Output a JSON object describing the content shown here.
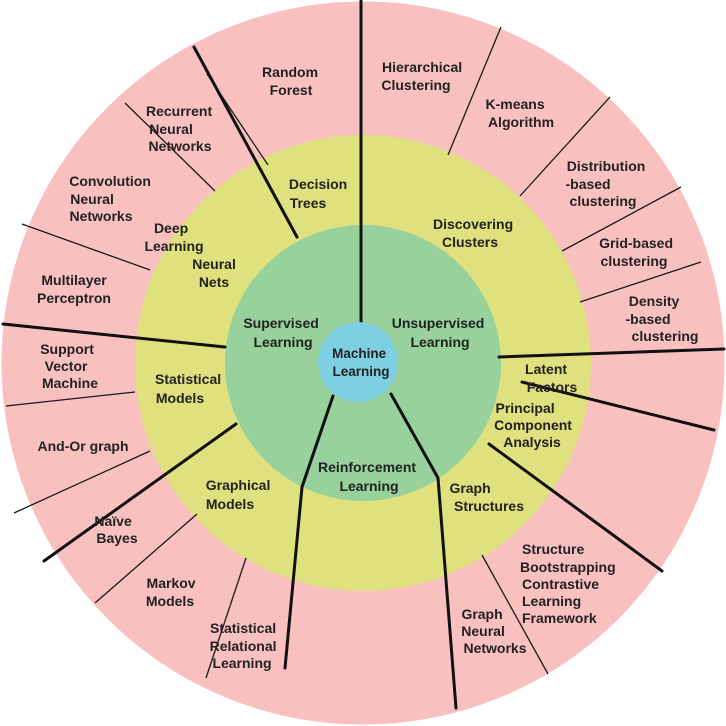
{
  "colors": {
    "outer_ring": "#f9c0c0",
    "middle_ring": "#dfe07e",
    "inner_ring": "#98d19c",
    "center": "#7fcfe3",
    "lines": "#1a1a1a"
  },
  "center": {
    "lines": [
      "Machine",
      "Learning"
    ]
  },
  "inner_ring": {
    "supervised": [
      "Supervised",
      "Learning"
    ],
    "unsupervised": [
      "Unsupervised",
      "Learning"
    ],
    "reinforcement": [
      "Reinforcement",
      "Learning"
    ]
  },
  "middle_ring": {
    "decision_trees": [
      "Decision",
      "Trees"
    ],
    "deep_learning": [
      "Deep",
      "Learning"
    ],
    "neural_nets": [
      "Neural",
      "Nets"
    ],
    "statistical_models": [
      "Statistical",
      "Models"
    ],
    "graphical_models": [
      "Graphical",
      "Models"
    ],
    "discovering_clusters": [
      "Discovering",
      "Clusters"
    ],
    "latent_factors": [
      "Latent",
      "Factors"
    ],
    "pca": [
      "Principal",
      "Component",
      "Analysis"
    ],
    "graph_structures": [
      "Graph",
      "Structures"
    ]
  },
  "outer_ring": {
    "random_forest": [
      "Random",
      "Forest"
    ],
    "rnn": [
      "Recurrent",
      "Neural",
      "Networks"
    ],
    "cnn": [
      "Convolution",
      "Neural",
      "Networks"
    ],
    "mlp": [
      "Multilayer",
      "Perceptron"
    ],
    "svm": [
      "Support",
      "Vector",
      "Machine"
    ],
    "and_or_graph": [
      "And-Or graph"
    ],
    "naive_bayes": [
      "Naïve",
      "Bayes"
    ],
    "markov_models": [
      "Markov",
      "Models"
    ],
    "srl": [
      "Statistical",
      "Relational",
      "Learning"
    ],
    "hierarchical_clustering": [
      "Hierarchical",
      "Clustering"
    ],
    "kmeans": [
      "K-means",
      "Algorithm"
    ],
    "distribution_clustering": [
      "Distribution",
      "-based",
      "clustering"
    ],
    "grid_clustering": [
      "Grid-based",
      "clustering"
    ],
    "density_clustering": [
      "Density",
      "-based",
      "clustering"
    ],
    "gnn": [
      "Graph",
      "Neural",
      "Networks"
    ],
    "sbclf": [
      "Structure",
      "Bootstrapping",
      "Contrastive",
      "Learning",
      "Framework"
    ]
  }
}
